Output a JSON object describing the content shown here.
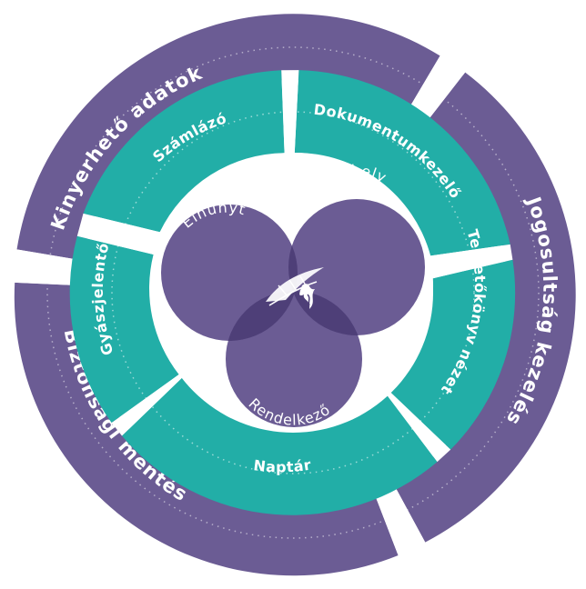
{
  "outer_ring": {
    "top": "Kinyerhető adatok",
    "right": "Jogosultság kezelés",
    "bottom": "Biztonsági mentés"
  },
  "middle_ring": {
    "top_left": "Számlázó",
    "top_right": "Dokumentumkezelő",
    "right": "Temetőkönyv nézet",
    "bottom": "Naptár",
    "left": "Gyászjelentő"
  },
  "center_circles": {
    "left": "Elhunyt",
    "right": "Sírhely",
    "bottom": "Rendelkező"
  },
  "colors": {
    "purple": "#6b5c94",
    "teal": "#22aea7",
    "dark_overlap": "#4e3f78",
    "background": "#ffffff"
  },
  "center_icon": "flame-feather-icon"
}
